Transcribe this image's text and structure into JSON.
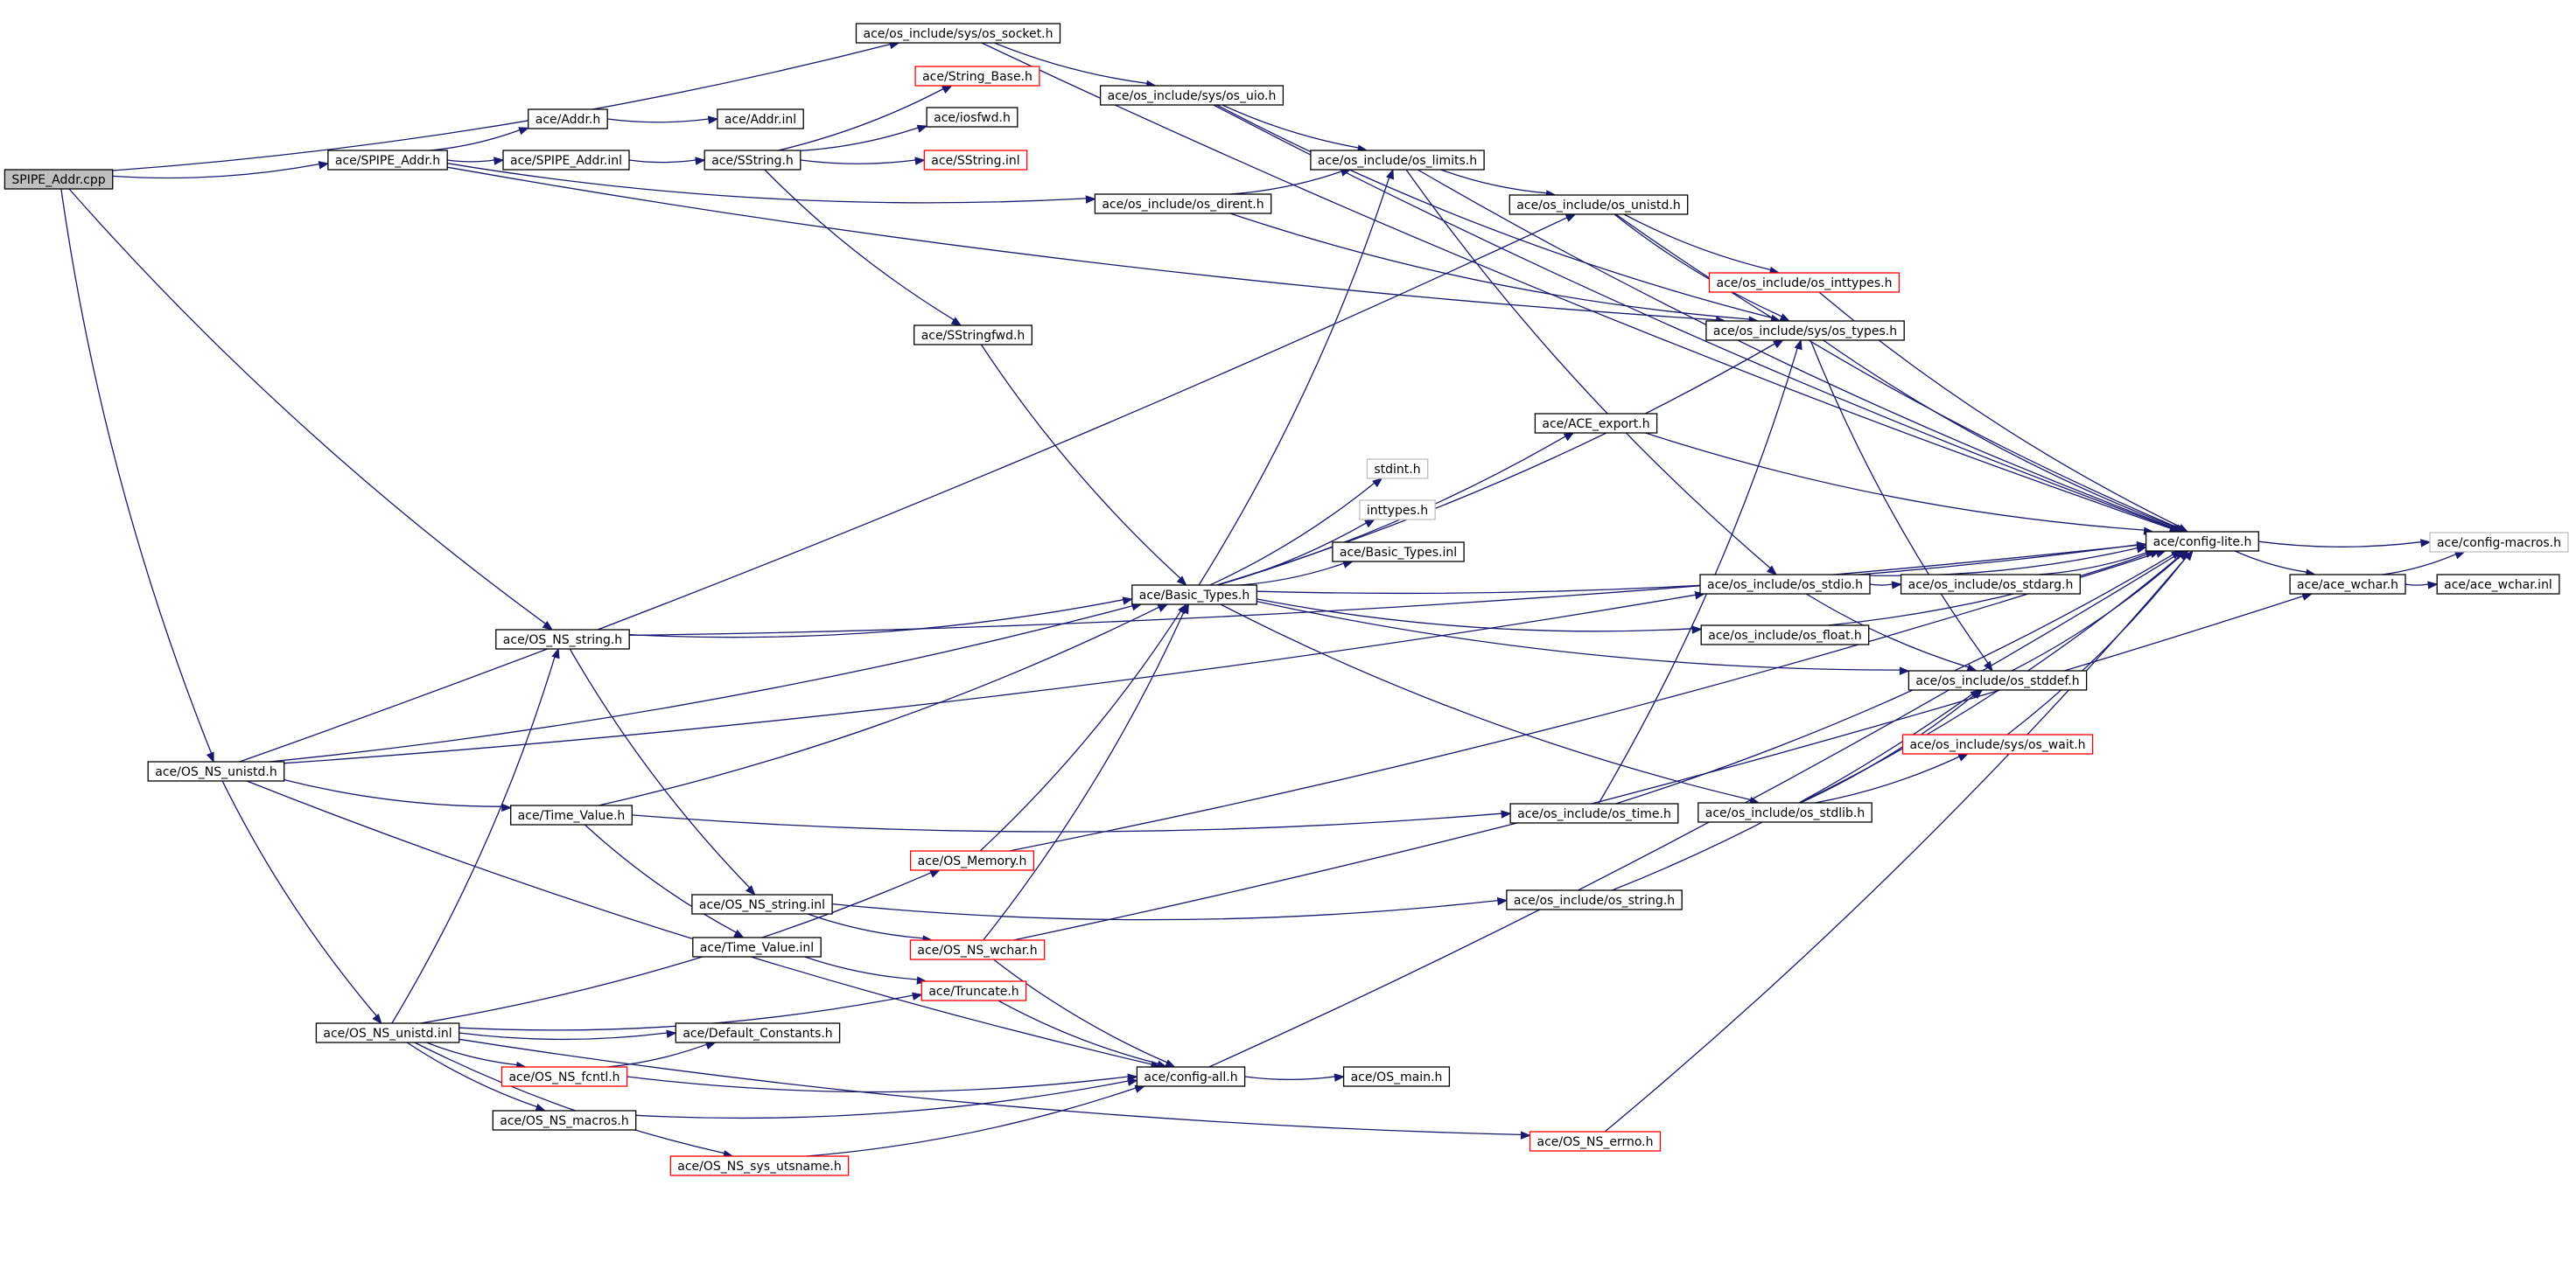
{
  "graph": {
    "colors": {
      "edge": "#191970",
      "node_border": "#000000",
      "missing_border": "#ff0000",
      "external_border": "#bfbfbf",
      "root_fill": "#bfbfbf"
    },
    "nodes": [
      {
        "id": "spipe_cpp",
        "label": "SPIPE_Addr.cpp",
        "style": "root"
      },
      {
        "id": "os_socket",
        "label": "ace/os_include/sys/os_socket.h",
        "style": "normal"
      },
      {
        "id": "string_base",
        "label": "ace/String_Base.h",
        "style": "red"
      },
      {
        "id": "iosfwd",
        "label": "ace/iosfwd.h",
        "style": "normal"
      },
      {
        "id": "os_uio",
        "label": "ace/os_include/sys/os_uio.h",
        "style": "normal"
      },
      {
        "id": "addr_h",
        "label": "ace/Addr.h",
        "style": "normal"
      },
      {
        "id": "addr_inl",
        "label": "ace/Addr.inl",
        "style": "normal"
      },
      {
        "id": "spipe_h",
        "label": "ace/SPIPE_Addr.h",
        "style": "normal"
      },
      {
        "id": "spipe_inl",
        "label": "ace/SPIPE_Addr.inl",
        "style": "normal"
      },
      {
        "id": "sstring_h",
        "label": "ace/SString.h",
        "style": "normal"
      },
      {
        "id": "sstring_inl",
        "label": "ace/SString.inl",
        "style": "red"
      },
      {
        "id": "os_limits",
        "label": "ace/os_include/os_limits.h",
        "style": "normal"
      },
      {
        "id": "os_dirent",
        "label": "ace/os_include/os_dirent.h",
        "style": "normal"
      },
      {
        "id": "os_unistd_h",
        "label": "ace/os_include/os_unistd.h",
        "style": "normal"
      },
      {
        "id": "os_inttypes",
        "label": "ace/os_include/os_inttypes.h",
        "style": "red"
      },
      {
        "id": "sstringfwd",
        "label": "ace/SStringfwd.h",
        "style": "normal"
      },
      {
        "id": "os_types",
        "label": "ace/os_include/sys/os_types.h",
        "style": "normal"
      },
      {
        "id": "ace_export",
        "label": "ace/ACE_export.h",
        "style": "normal"
      },
      {
        "id": "stdint",
        "label": "stdint.h",
        "style": "grey"
      },
      {
        "id": "inttypes",
        "label": "inttypes.h",
        "style": "grey"
      },
      {
        "id": "basic_types_inl",
        "label": "ace/Basic_Types.inl",
        "style": "normal"
      },
      {
        "id": "config_lite",
        "label": "ace/config-lite.h",
        "style": "normal"
      },
      {
        "id": "config_macros",
        "label": "ace/config-macros.h",
        "style": "grey"
      },
      {
        "id": "basic_types_h",
        "label": "ace/Basic_Types.h",
        "style": "normal"
      },
      {
        "id": "os_ns_string_h",
        "label": "ace/OS_NS_string.h",
        "style": "normal"
      },
      {
        "id": "os_stdio",
        "label": "ace/os_include/os_stdio.h",
        "style": "normal"
      },
      {
        "id": "os_stdarg",
        "label": "ace/os_include/os_stdarg.h",
        "style": "normal"
      },
      {
        "id": "ace_wchar_h",
        "label": "ace/ace_wchar.h",
        "style": "normal"
      },
      {
        "id": "ace_wchar_inl",
        "label": "ace/ace_wchar.inl",
        "style": "normal"
      },
      {
        "id": "os_float",
        "label": "ace/os_include/os_float.h",
        "style": "normal"
      },
      {
        "id": "os_stddef",
        "label": "ace/os_include/os_stddef.h",
        "style": "normal"
      },
      {
        "id": "os_wait",
        "label": "ace/os_include/sys/os_wait.h",
        "style": "red"
      },
      {
        "id": "os_ns_unistd_h",
        "label": "ace/OS_NS_unistd.h",
        "style": "normal"
      },
      {
        "id": "os_stdlib",
        "label": "ace/os_include/os_stdlib.h",
        "style": "normal"
      },
      {
        "id": "time_value_h",
        "label": "ace/Time_Value.h",
        "style": "normal"
      },
      {
        "id": "os_time",
        "label": "ace/os_include/os_time.h",
        "style": "normal"
      },
      {
        "id": "os_memory",
        "label": "ace/OS_Memory.h",
        "style": "red"
      },
      {
        "id": "os_ns_string_inl",
        "label": "ace/OS_NS_string.inl",
        "style": "normal"
      },
      {
        "id": "os_string_h",
        "label": "ace/os_include/os_string.h",
        "style": "normal"
      },
      {
        "id": "time_value_inl",
        "label": "ace/Time_Value.inl",
        "style": "normal"
      },
      {
        "id": "os_ns_wchar",
        "label": "ace/OS_NS_wchar.h",
        "style": "red"
      },
      {
        "id": "truncate",
        "label": "ace/Truncate.h",
        "style": "red"
      },
      {
        "id": "os_ns_unistd_inl",
        "label": "ace/OS_NS_unistd.inl",
        "style": "normal"
      },
      {
        "id": "default_constants",
        "label": "ace/Default_Constants.h",
        "style": "normal"
      },
      {
        "id": "os_ns_fcntl",
        "label": "ace/OS_NS_fcntl.h",
        "style": "red"
      },
      {
        "id": "config_all",
        "label": "ace/config-all.h",
        "style": "normal"
      },
      {
        "id": "os_main",
        "label": "ace/OS_main.h",
        "style": "normal"
      },
      {
        "id": "os_ns_macros",
        "label": "ace/OS_NS_macros.h",
        "style": "normal"
      },
      {
        "id": "os_ns_errno",
        "label": "ace/OS_NS_errno.h",
        "style": "red"
      },
      {
        "id": "os_ns_sys_utsname",
        "label": "ace/OS_NS_sys_utsname.h",
        "style": "red"
      }
    ],
    "edges": [
      [
        "spipe_cpp",
        "os_socket"
      ],
      [
        "spipe_cpp",
        "spipe_h"
      ],
      [
        "spipe_cpp",
        "os_ns_string_h"
      ],
      [
        "spipe_cpp",
        "os_ns_unistd_h"
      ],
      [
        "os_socket",
        "os_uio"
      ],
      [
        "os_socket",
        "config_lite"
      ],
      [
        "os_uio",
        "os_limits"
      ],
      [
        "os_uio",
        "os_types"
      ],
      [
        "os_uio",
        "config_lite"
      ],
      [
        "spipe_h",
        "addr_h"
      ],
      [
        "spipe_h",
        "spipe_inl"
      ],
      [
        "spipe_h",
        "os_dirent"
      ],
      [
        "spipe_h",
        "os_types"
      ],
      [
        "addr_h",
        "addr_inl"
      ],
      [
        "spipe_inl",
        "sstring_h"
      ],
      [
        "sstring_h",
        "string_base"
      ],
      [
        "sstring_h",
        "iosfwd"
      ],
      [
        "sstring_h",
        "sstring_inl"
      ],
      [
        "sstring_h",
        "sstringfwd"
      ],
      [
        "os_dirent",
        "os_limits"
      ],
      [
        "os_dirent",
        "os_types"
      ],
      [
        "os_limits",
        "os_unistd_h"
      ],
      [
        "os_limits",
        "config_lite"
      ],
      [
        "os_limits",
        "os_stdio"
      ],
      [
        "os_unistd_h",
        "os_inttypes"
      ],
      [
        "os_unistd_h",
        "os_types"
      ],
      [
        "os_unistd_h",
        "config_lite"
      ],
      [
        "os_inttypes",
        "config_lite"
      ],
      [
        "sstringfwd",
        "basic_types_h"
      ],
      [
        "os_types",
        "config_lite"
      ],
      [
        "os_types",
        "os_stddef"
      ],
      [
        "ace_export",
        "config_lite"
      ],
      [
        "basic_types_h",
        "os_limits"
      ],
      [
        "basic_types_h",
        "ace_export"
      ],
      [
        "basic_types_h",
        "stdint"
      ],
      [
        "basic_types_h",
        "inttypes"
      ],
      [
        "basic_types_h",
        "basic_types_inl"
      ],
      [
        "basic_types_h",
        "config_lite"
      ],
      [
        "basic_types_h",
        "os_types"
      ],
      [
        "basic_types_h",
        "os_float"
      ],
      [
        "basic_types_h",
        "os_stddef"
      ],
      [
        "basic_types_h",
        "os_stdlib"
      ],
      [
        "config_lite",
        "config_macros"
      ],
      [
        "config_lite",
        "ace_wchar_h"
      ],
      [
        "ace_wchar_h",
        "config_macros"
      ],
      [
        "ace_wchar_h",
        "ace_wchar_inl"
      ],
      [
        "os_ns_string_h",
        "basic_types_h"
      ],
      [
        "os_ns_string_h",
        "config_lite"
      ],
      [
        "os_ns_string_h",
        "os_ns_string_inl"
      ],
      [
        "os_stdio",
        "os_stdarg"
      ],
      [
        "os_stdio",
        "config_lite"
      ],
      [
        "os_stdio",
        "os_stddef"
      ],
      [
        "os_stdarg",
        "config_lite"
      ],
      [
        "os_float",
        "config_lite"
      ],
      [
        "os_stddef",
        "config_lite"
      ],
      [
        "os_wait",
        "config_lite"
      ],
      [
        "os_stdlib",
        "os_stddef"
      ],
      [
        "os_stdlib",
        "os_wait"
      ],
      [
        "os_stdlib",
        "config_lite"
      ],
      [
        "os_ns_unistd_h",
        "os_unistd_h"
      ],
      [
        "os_ns_unistd_h",
        "basic_types_h"
      ],
      [
        "os_ns_unistd_h",
        "os_stdio"
      ],
      [
        "os_ns_unistd_h",
        "time_value_h"
      ],
      [
        "os_ns_unistd_h",
        "os_ns_unistd_inl"
      ],
      [
        "os_ns_unistd_h",
        "config_all"
      ],
      [
        "time_value_h",
        "basic_types_h"
      ],
      [
        "time_value_h",
        "os_time"
      ],
      [
        "time_value_h",
        "time_value_inl"
      ],
      [
        "os_time",
        "os_types"
      ],
      [
        "os_time",
        "config_lite"
      ],
      [
        "os_memory",
        "basic_types_h"
      ],
      [
        "os_memory",
        "config_lite"
      ],
      [
        "os_ns_string_inl",
        "os_string_h"
      ],
      [
        "os_ns_string_inl",
        "os_ns_wchar"
      ],
      [
        "os_string_h",
        "os_stddef"
      ],
      [
        "time_value_inl",
        "truncate"
      ],
      [
        "os_ns_wchar",
        "basic_types_h"
      ],
      [
        "os_ns_wchar",
        "config_all"
      ],
      [
        "os_ns_wchar",
        "ace_wchar_h"
      ],
      [
        "truncate",
        "config_all"
      ],
      [
        "os_ns_unistd_inl",
        "os_ns_string_h"
      ],
      [
        "os_ns_unistd_inl",
        "os_memory"
      ],
      [
        "os_ns_unistd_inl",
        "truncate"
      ],
      [
        "os_ns_unistd_inl",
        "default_constants"
      ],
      [
        "os_ns_unistd_inl",
        "os_ns_fcntl"
      ],
      [
        "os_ns_unistd_inl",
        "os_ns_macros"
      ],
      [
        "os_ns_unistd_inl",
        "os_ns_sys_utsname"
      ],
      [
        "os_ns_unistd_inl",
        "os_ns_errno"
      ],
      [
        "os_ns_fcntl",
        "default_constants"
      ],
      [
        "os_ns_fcntl",
        "config_all"
      ],
      [
        "config_all",
        "config_lite"
      ],
      [
        "config_all",
        "os_main"
      ],
      [
        "os_ns_macros",
        "config_all"
      ],
      [
        "os_ns_sys_utsname",
        "config_all"
      ],
      [
        "os_ns_errno",
        "config_lite"
      ]
    ]
  }
}
